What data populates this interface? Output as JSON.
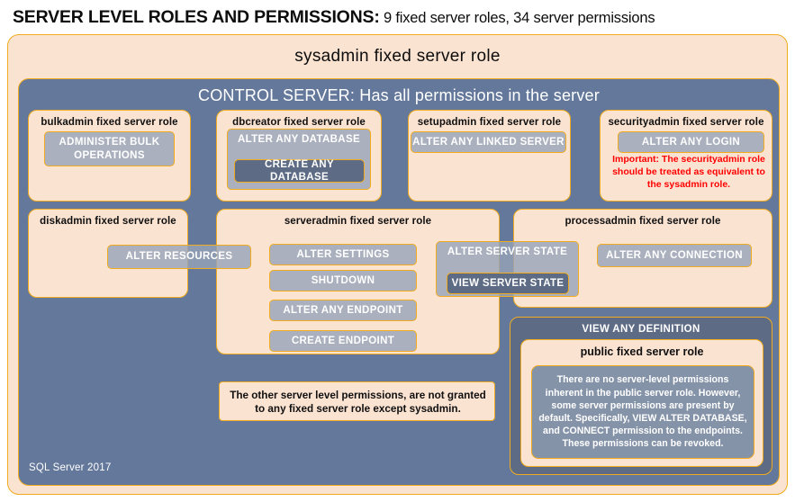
{
  "title": {
    "main": "SERVER LEVEL ROLES AND PERMISSIONS:",
    "sub": " 9 fixed server roles, 34 server permissions"
  },
  "colors": {
    "peach": "#fbe3d2",
    "slate": "#64789b",
    "slate_dark": "#5d6b85",
    "chip": "#96a2b8",
    "border_gold": "#f0ab1e",
    "warning_red": "#ff0000",
    "text_dark": "#0d0d0d",
    "text_light": "#ffffff"
  },
  "outer": {
    "sysadmin_label": "sysadmin fixed server role",
    "control_server_label": "CONTROL SERVER: Has all permissions in the server",
    "footer": "SQL Server 2017"
  },
  "roles": [
    {
      "key": "bulkadmin",
      "title": "bulkadmin fixed server role",
      "permissions": [
        {
          "label": "ADMINISTER  BULK OPERATIONS",
          "style": "light"
        }
      ]
    },
    {
      "key": "dbcreator",
      "title": "dbcreator fixed server role",
      "permissions": [
        {
          "label": "ALTER ANY DATABASE",
          "style": "light"
        },
        {
          "label": "CREATE  ANY DATABASE",
          "style": "dark"
        }
      ]
    },
    {
      "key": "setupadmin",
      "title": "setupadmin fixed server role",
      "permissions": [
        {
          "label": "ALTER ANY LINKED SERVER",
          "style": "light"
        }
      ]
    },
    {
      "key": "securityadmin",
      "title": "securityadmin fixed server role",
      "permissions": [
        {
          "label": "ALTER ANY LOGIN",
          "style": "light"
        }
      ],
      "warning": "Important:  The securityadmin role should  be treated as equivalent to the sysadmin role."
    },
    {
      "key": "diskadmin",
      "title": "diskadmin fixed server role",
      "permissions": [
        {
          "label": "ALTER RESOURCES",
          "style": "light"
        }
      ]
    },
    {
      "key": "serveradmin",
      "title": "serveradmin fixed server role",
      "permissions": [
        {
          "label": "ALTER SETTINGS",
          "style": "light"
        },
        {
          "label": "SHUTDOWN",
          "style": "light"
        },
        {
          "label": "ALTER ANY ENDPOINT",
          "style": "light"
        },
        {
          "label": "CREATE  ENDPOINT",
          "style": "light"
        },
        {
          "label": "ALTER SERVER STATE",
          "style": "light"
        },
        {
          "label": "VIEW SERVER STATE",
          "style": "dark"
        }
      ]
    },
    {
      "key": "processadmin",
      "title": "processadmin fixed server role",
      "permissions": [
        {
          "label": "ALTER ANY CONNECTION",
          "style": "light"
        }
      ]
    },
    {
      "key": "public",
      "group_label": "VIEW ANY DEFINITION",
      "title": "public fixed server role",
      "body": "There are no server-level permissions inherent in the public server role. However, some server permissions are present by default. Specifically, VIEW ALTER DATABASE, and CONNECT permission to the endpoints. These permissions can be revoked."
    }
  ],
  "note": "The other server level permissions, are not granted to any fixed server role except sysadmin."
}
